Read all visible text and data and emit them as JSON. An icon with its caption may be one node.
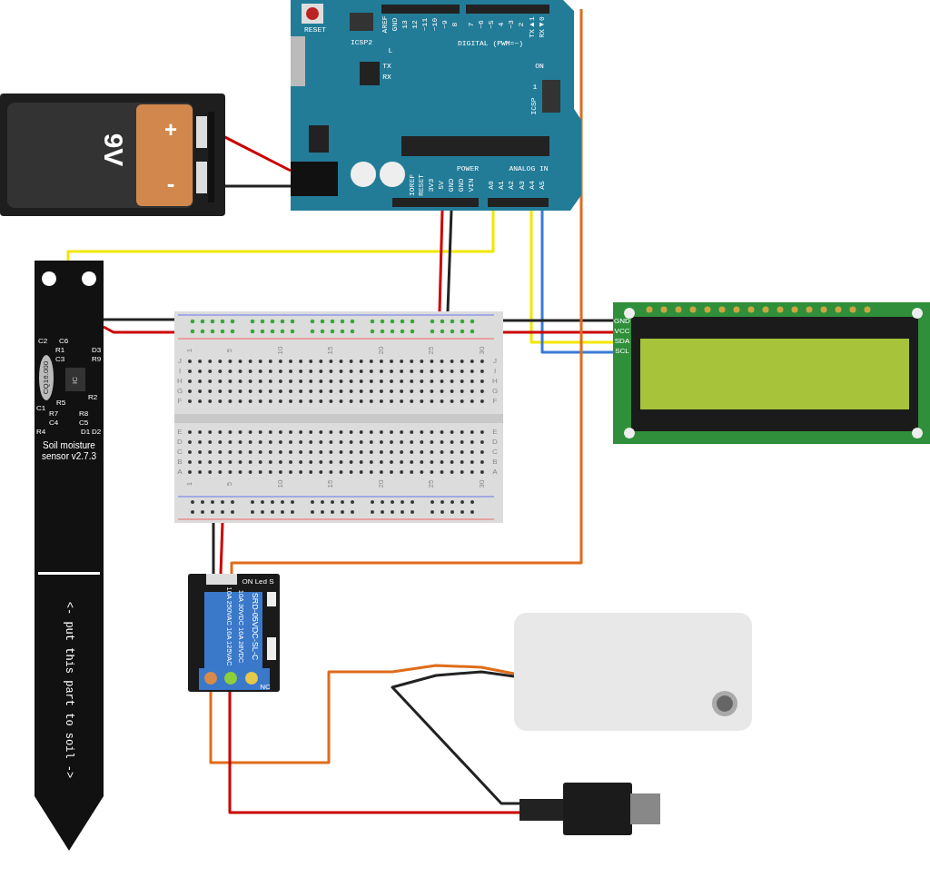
{
  "diagram": {
    "nodes": [
      {
        "text": [
          "9V",
          "+",
          "-"
        ]
      },
      {
        "text": [
          "RESET",
          "ICSP2",
          "AREF",
          "GND",
          "13",
          "12",
          "~11",
          "~10",
          "~9",
          "8",
          "7",
          "~6",
          "~5",
          "4",
          "~3",
          "2",
          "TX▶1",
          "RX◀0",
          "DIGITAL (PWM=~)",
          "L",
          "TX",
          "RX",
          "ON",
          "1",
          "ICSP",
          "POWER",
          "ANALOG IN",
          "IOREF",
          "RESET",
          "3V3",
          "5V",
          "GND",
          "GND",
          "VIN",
          "A0",
          "A1",
          "A2",
          "A3",
          "A4",
          "A5"
        ]
      },
      {
        "text": [
          "C2",
          "C6",
          "R1",
          "D3",
          "C3",
          "R9",
          "CQ16.000",
          "IC",
          "R5",
          "R2",
          "C1",
          "R7",
          "R8",
          "C4",
          "C5",
          "R4",
          "D1",
          "D2",
          "Soil moisture sensor v2.7.3",
          "<- put this part to soil ->"
        ]
      },
      {
        "text": [
          "1",
          "5",
          "10",
          "15",
          "20",
          "25",
          "30",
          "J",
          "I",
          "H",
          "G",
          "F",
          "E",
          "D",
          "C",
          "B",
          "A",
          "J",
          "I",
          "H",
          "G",
          "F",
          "E",
          "D",
          "C",
          "B",
          "A",
          "1",
          "5",
          "10",
          "15",
          "20",
          "25",
          "30"
        ]
      },
      {
        "text": [
          "GND",
          "VCC",
          "SDA",
          "SCL"
        ]
      },
      {
        "text": [
          "ON Led S",
          "10A 250VAC 10A 125VAC",
          "10A 30VDC 10A 28VDC",
          "SRD-05VDC-SL-C",
          "NC"
        ]
      },
      {
        "text": [],
        "shape": "box"
      },
      {
        "text": [],
        "shape": "plug"
      }
    ],
    "edges": [
      {
        "from": 0,
        "to": 1,
        "arrow": "none",
        "color": "#cc0000"
      },
      {
        "from": 0,
        "to": 1,
        "arrow": "none",
        "color": "#222222"
      },
      {
        "from": 2,
        "to": 1,
        "arrow": "none",
        "color": "#f2e600"
      },
      {
        "from": 2,
        "to": 3,
        "arrow": "none",
        "color": "#222222"
      },
      {
        "from": 2,
        "to": 3,
        "arrow": "none",
        "color": "#cc0000"
      },
      {
        "from": 1,
        "to": 3,
        "arrow": "none",
        "color": "#cc0000"
      },
      {
        "from": 1,
        "to": 3,
        "arrow": "none",
        "color": "#222222"
      },
      {
        "from": 1,
        "to": 4,
        "arrow": "none",
        "color": "#f2e600"
      },
      {
        "from": 1,
        "to": 4,
        "arrow": "none",
        "color": "#3a7bd5"
      },
      {
        "from": 3,
        "to": 4,
        "arrow": "none",
        "color": "#222222"
      },
      {
        "from": 3,
        "to": 4,
        "arrow": "none",
        "color": "#cc0000"
      },
      {
        "from": 3,
        "to": 5,
        "arrow": "none",
        "color": "#222222"
      },
      {
        "from": 3,
        "to": 5,
        "arrow": "none",
        "color": "#cc0000"
      },
      {
        "from": 1,
        "to": 5,
        "arrow": "none",
        "color": "#e06c1a"
      },
      {
        "from": 5,
        "to": 6,
        "arrow": "none",
        "color": "#e06c1a"
      },
      {
        "from": 6,
        "to": 7,
        "arrow": "none",
        "color": "#222222"
      },
      {
        "from": 5,
        "to": 7,
        "arrow": "none",
        "color": "#cc0000"
      }
    ]
  }
}
